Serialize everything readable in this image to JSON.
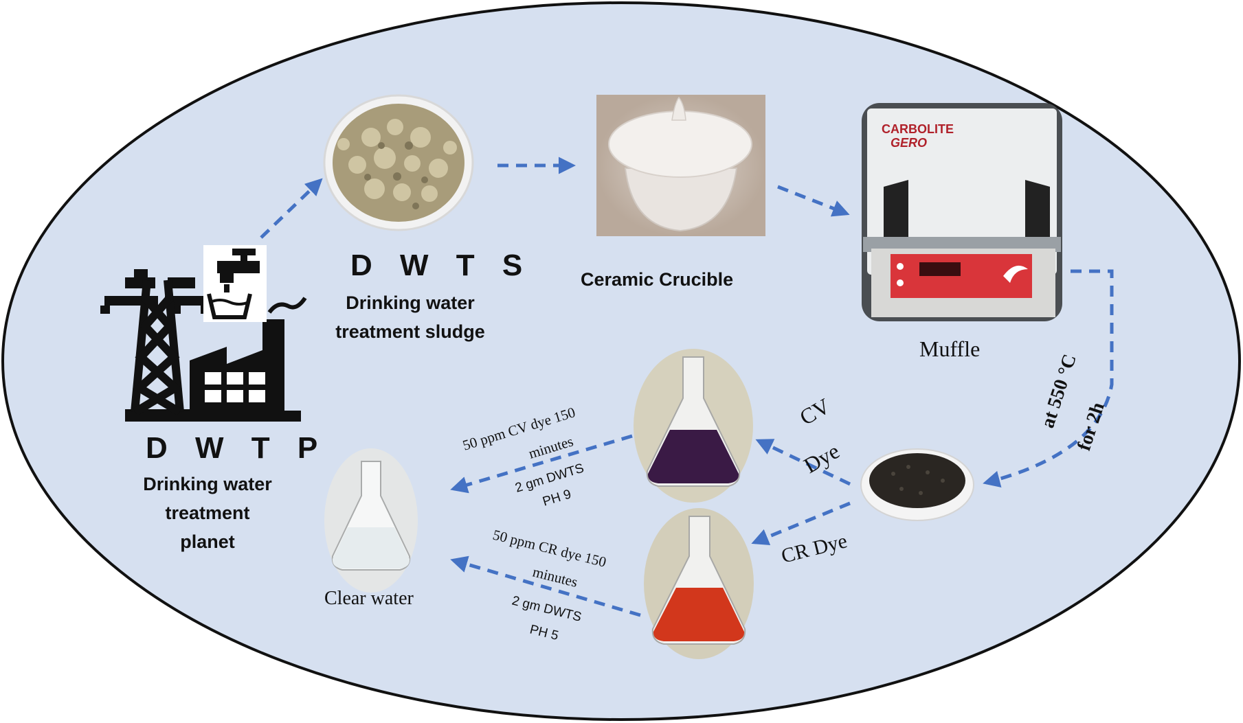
{
  "colors": {
    "ellipse_fill": "#d6e0f0",
    "ellipse_stroke": "#111111",
    "arrow": "#4472c4"
  },
  "dwtp": {
    "icon": "water-treatment-plant-icon",
    "title": "D W T P",
    "line1": "Drinking water",
    "line2": "treatment",
    "line3": "planet"
  },
  "dwts": {
    "icon": "sludge-dish-photo",
    "title": "D W T S",
    "line1": "Drinking water",
    "line2": "treatment sludge"
  },
  "crucible": {
    "icon": "ceramic-crucible-photo",
    "label": "Ceramic Crucible"
  },
  "muffle": {
    "icon": "muffle-furnace-photo",
    "label": "Muffle",
    "brand1": "CARBOLITE",
    "brand2": "GERO"
  },
  "heating": {
    "line1": "at 550 °C",
    "line2": "for 2h"
  },
  "adsorbent": {
    "icon": "calcined-sludge-dish-photo"
  },
  "cv": {
    "dye_line1": "CV",
    "dye_line2": "Dye",
    "cond_line1": "50 ppm CV dye 150",
    "cond_line2": "minutes",
    "cond_line3": "2 gm DWTS",
    "cond_line4": "PH  9",
    "flask_color": "#3a1a45"
  },
  "cr": {
    "dye_label": "CR Dye",
    "cond_line1": "50 ppm CR dye   150",
    "cond_line2": "minutes",
    "cond_line3": "2 gm DWTS",
    "cond_line4": "PH  5",
    "flask_color": "#d2371c"
  },
  "clear": {
    "icon": "clear-water-flask-photo",
    "label": "Clear water"
  }
}
